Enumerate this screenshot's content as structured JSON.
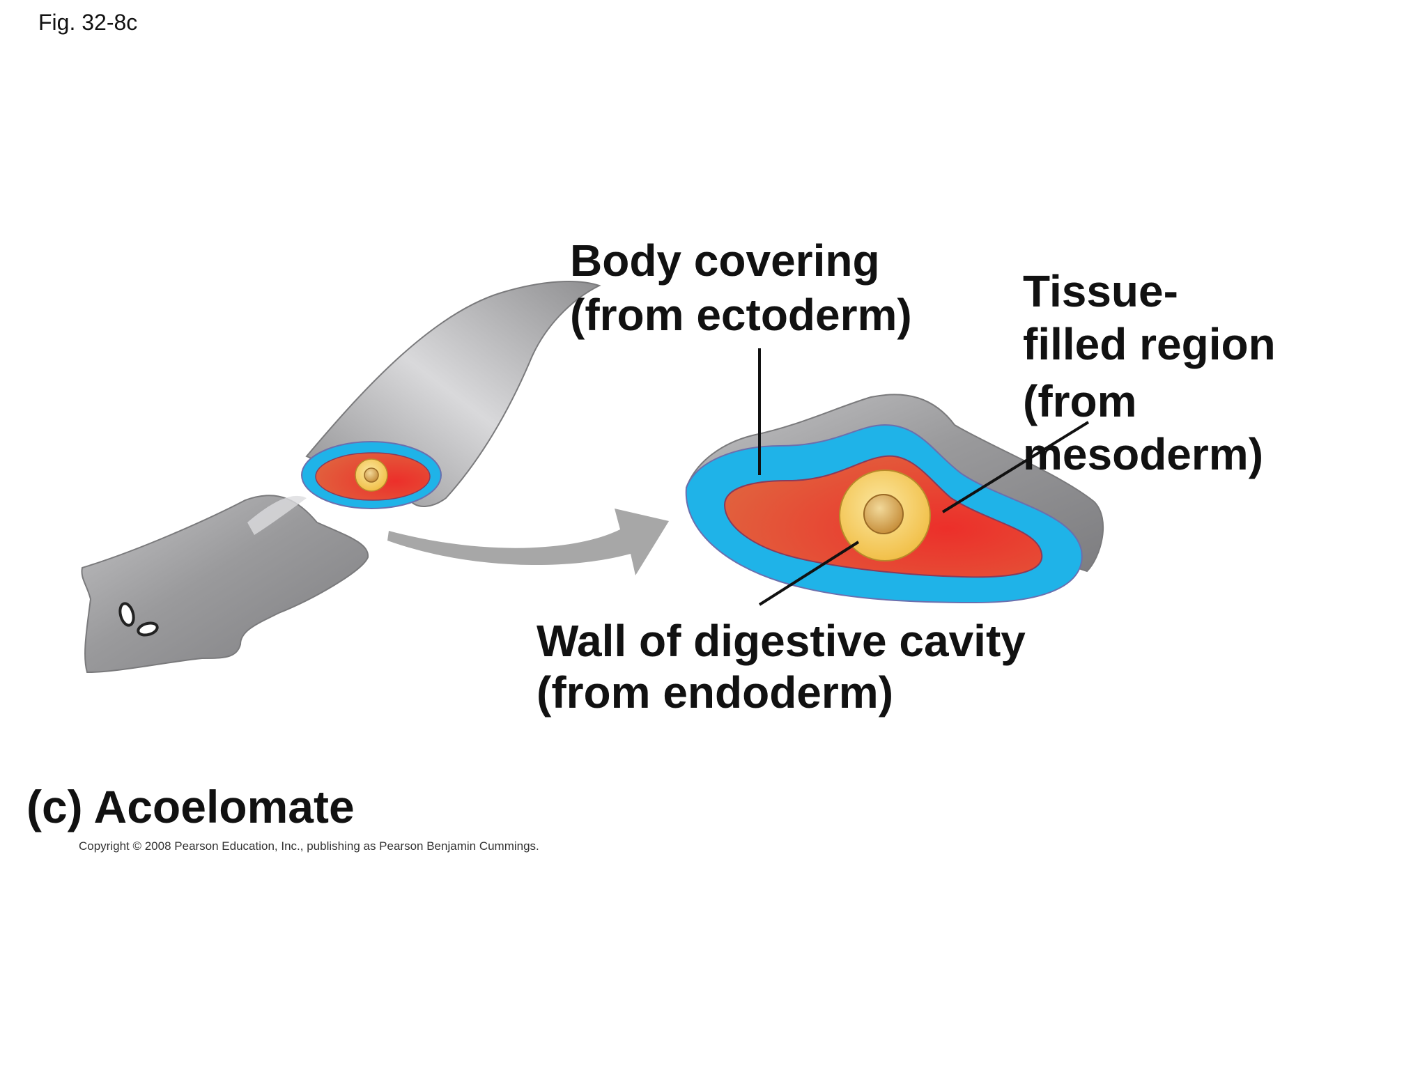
{
  "figure_number": "Fig. 32-8c",
  "labels": {
    "body_covering": [
      "Body covering",
      "(from ectoderm)"
    ],
    "tissue_region": [
      "Tissue-",
      "filled region",
      "(from",
      "mesoderm)"
    ],
    "digestive_wall": [
      "Wall of digestive cavity",
      "(from endoderm)"
    ]
  },
  "caption": "(c) Acoelomate",
  "copyright": "Copyright © 2008 Pearson Education, Inc., publishing as Pearson Benjamin Cummings.",
  "colors": {
    "body_gray": "#9a9a9c",
    "ectoderm_blue": "#1fb3e8",
    "mesoderm_red": "#e8422e",
    "endoderm_yellow": "#f6c64a",
    "cavity_tan": "#c98d3a",
    "arrow_gray": "#a7a7a7"
  }
}
